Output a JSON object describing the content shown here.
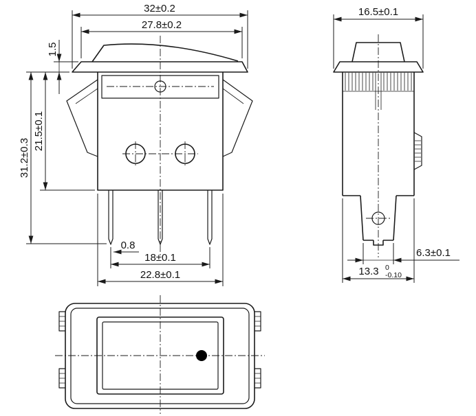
{
  "drawing": {
    "type": "rocker-switch-dimension-drawing",
    "colors": {
      "line": "#1a1a1a",
      "background": "#ffffff",
      "indicator_dot": "#000000"
    },
    "front": {
      "dim_overall_width": "32±0.2",
      "dim_flange_top_width": "27.8±0.2",
      "dim_flange_thickness": "1.5",
      "dim_body_height": "21.5±0.1",
      "dim_total_height": "31.2±0.3",
      "dim_pin_thickness": "0.8",
      "dim_pin_spacing": "18±0.1",
      "dim_body_width": "22.8±0.1"
    },
    "side": {
      "dim_overall_width": "16.5±0.1",
      "dim_terminal_width": "6.3±0.1",
      "dim_body_depth": "13.3",
      "dim_body_depth_tol_upper": "0",
      "dim_body_depth_tol_lower": "-0.10"
    }
  }
}
